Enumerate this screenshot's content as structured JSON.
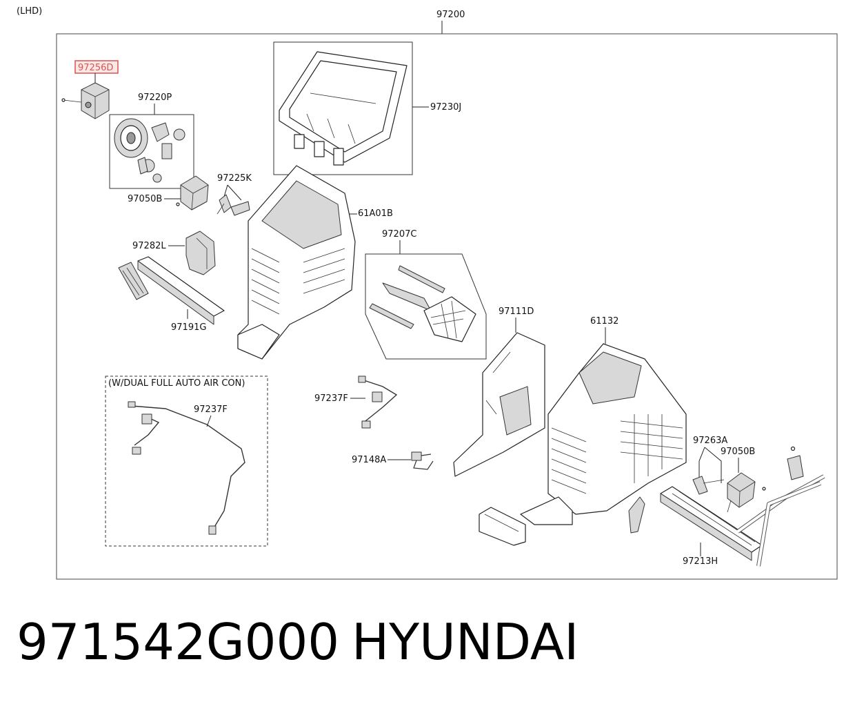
{
  "diagram": {
    "variant_label": "(LHD)",
    "assembly_number": "97200",
    "option_box_label": "(W/DUAL FULL AUTO AIR CON)",
    "highlight_color": "#d9534f",
    "parts": {
      "p97256D": "97256D",
      "p97220P": "97220P",
      "p97230J": "97230J",
      "p97225K": "97225K",
      "p97050B_top": "97050B",
      "p61A01B": "61A01B",
      "p97282L": "97282L",
      "p97207C": "97207C",
      "p97191G": "97191G",
      "p97111D": "97111D",
      "p61132": "61132",
      "p97237F_main": "97237F",
      "p97237F_opt": "97237F",
      "p97148A": "97148A",
      "p97263A": "97263A",
      "p97050B_right": "97050B",
      "p97213H": "97213H"
    }
  },
  "footer": {
    "part_number": "971542G000",
    "brand": "HYUNDAI"
  }
}
